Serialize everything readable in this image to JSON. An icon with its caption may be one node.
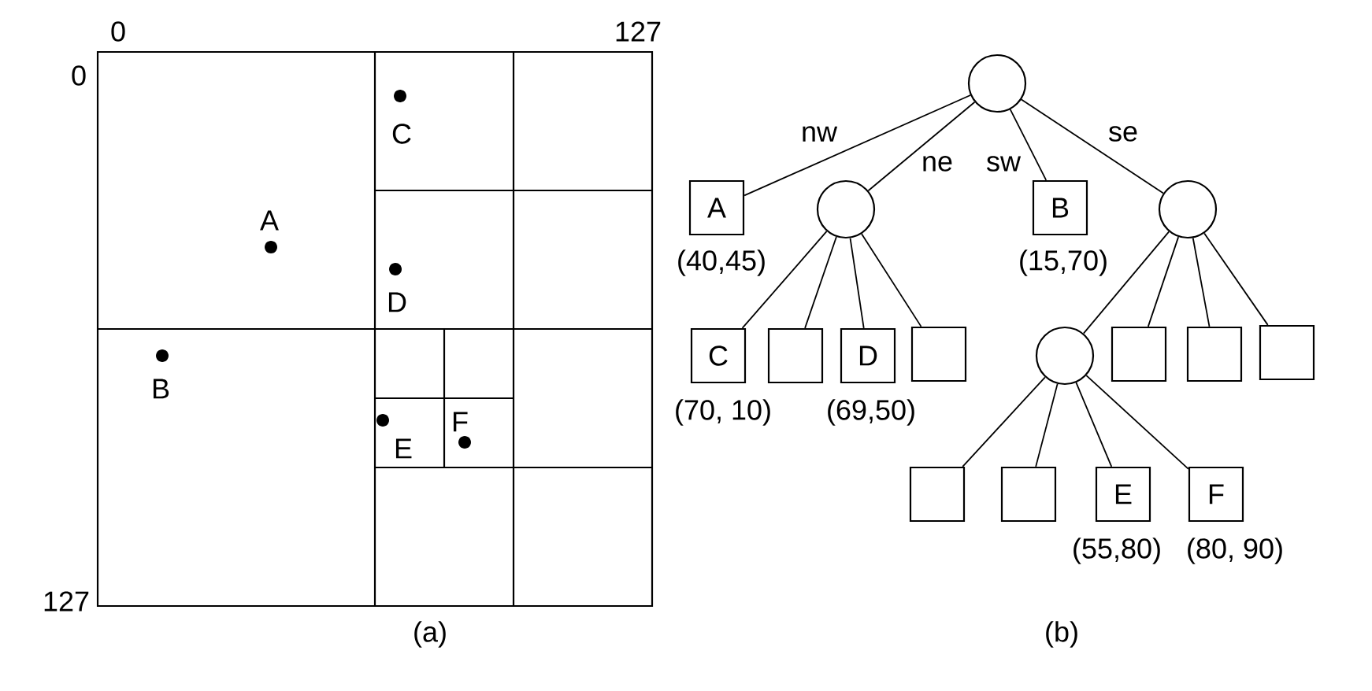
{
  "diagram": {
    "nodes": [
      {
        "text": [],
        "shape": "circle"
      },
      {
        "text": [
          "A"
        ],
        "beside": [
          "(40,45)"
        ]
      },
      {
        "text": [],
        "shape": "circle"
      },
      {
        "text": [
          "B"
        ],
        "beside": [
          "(15,70)"
        ]
      },
      {
        "text": [],
        "shape": "circle"
      },
      {
        "text": [
          "C"
        ],
        "beside": [
          "(70, 10)"
        ]
      },
      {
        "text": [],
        "shape": "box"
      },
      {
        "text": [
          "D"
        ],
        "beside": [
          "(69,50)"
        ]
      },
      {
        "text": [],
        "shape": "box"
      },
      {
        "text": [],
        "shape": "circle"
      },
      {
        "text": [],
        "shape": "box"
      },
      {
        "text": [],
        "shape": "box"
      },
      {
        "text": [],
        "shape": "box"
      },
      {
        "text": [],
        "shape": "box"
      },
      {
        "text": [],
        "shape": "box"
      },
      {
        "text": [
          "E"
        ],
        "beside": [
          "(55,80)"
        ]
      },
      {
        "text": [
          "F"
        ],
        "beside": [
          "(80, 90)"
        ]
      }
    ],
    "edges": [
      {
        "from": 0,
        "to": 1,
        "arrow": "none",
        "label": "nw"
      },
      {
        "from": 0,
        "to": 2,
        "arrow": "none",
        "label": "ne"
      },
      {
        "from": 0,
        "to": 3,
        "arrow": "none",
        "label": "sw"
      },
      {
        "from": 0,
        "to": 4,
        "arrow": "none",
        "label": "se"
      },
      {
        "from": 2,
        "to": 5,
        "arrow": "none"
      },
      {
        "from": 2,
        "to": 6,
        "arrow": "none"
      },
      {
        "from": 2,
        "to": 7,
        "arrow": "none"
      },
      {
        "from": 2,
        "to": 8,
        "arrow": "none"
      },
      {
        "from": 4,
        "to": 9,
        "arrow": "none"
      },
      {
        "from": 4,
        "to": 10,
        "arrow": "none"
      },
      {
        "from": 4,
        "to": 11,
        "arrow": "none"
      },
      {
        "from": 4,
        "to": 12,
        "arrow": "none"
      },
      {
        "from": 9,
        "to": 13,
        "arrow": "none"
      },
      {
        "from": 9,
        "to": 14,
        "arrow": "none"
      },
      {
        "from": 9,
        "to": 15,
        "arrow": "none"
      },
      {
        "from": 9,
        "to": 16,
        "arrow": "none"
      }
    ],
    "labels": [
      "0",
      "127",
      "0",
      "C",
      "A",
      "D",
      "B",
      "F",
      "E",
      "127",
      "(a)",
      "(b)"
    ]
  }
}
